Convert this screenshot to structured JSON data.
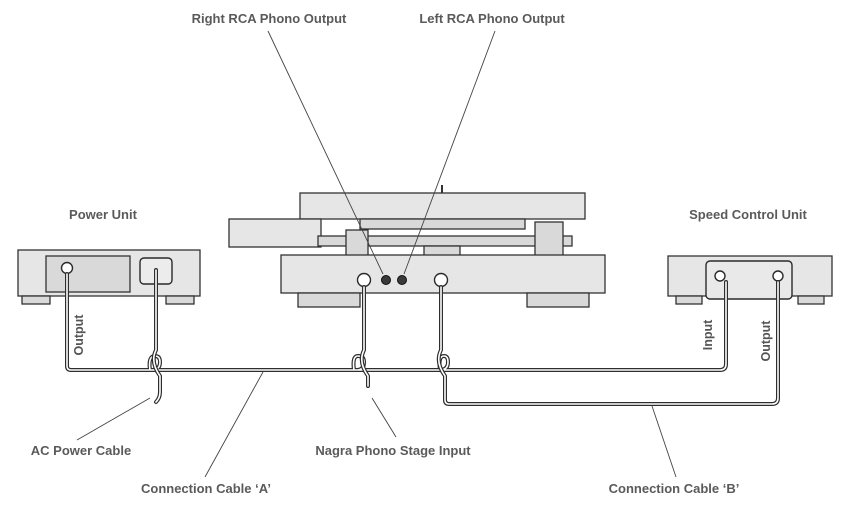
{
  "labels": {
    "right_rca": "Right RCA Phono Output",
    "left_rca": "Left RCA Phono Output",
    "power_unit": "Power Unit",
    "speed_control_unit": "Speed Control Unit",
    "output_power": "Output",
    "input_speed": "Input",
    "output_speed": "Output",
    "ac_power_cable": "AC Power Cable",
    "nagra_input": "Nagra Phono Stage Input",
    "cable_a": "Connection Cable ‘A’",
    "cable_b": "Connection Cable ‘B’"
  }
}
